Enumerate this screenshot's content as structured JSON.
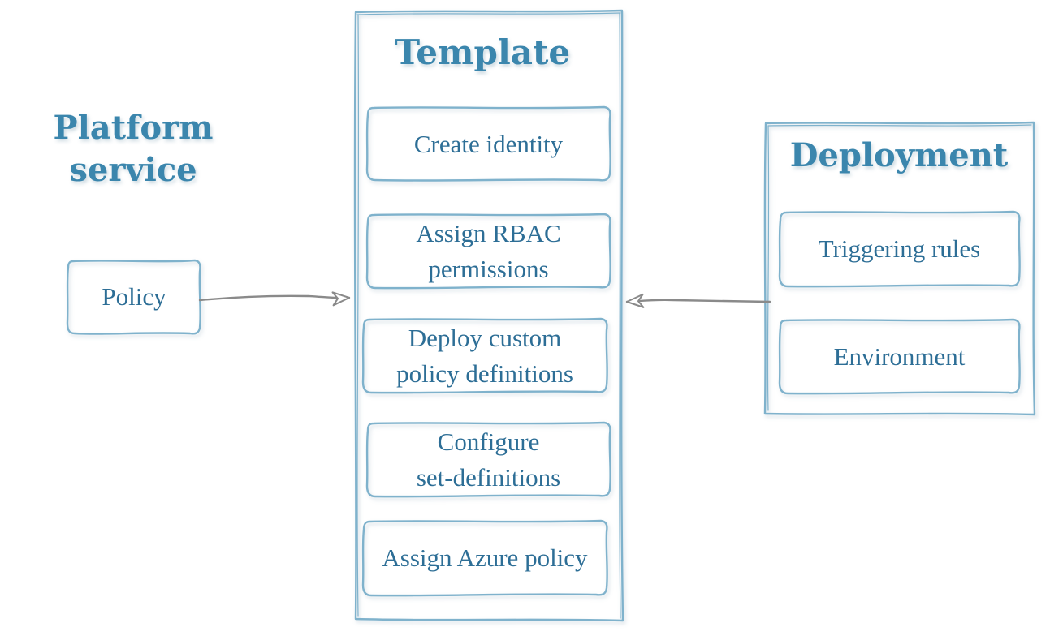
{
  "platform": {
    "title_line1": "Platform",
    "title_line2": "service",
    "policy_label": "Policy"
  },
  "template": {
    "title": "Template",
    "steps": [
      "Create identity",
      "Assign RBAC\npermissions",
      "Deploy custom\npolicy definitions",
      "Configure\nset-definitions",
      "Assign Azure policy"
    ]
  },
  "deployment": {
    "title": "Deployment",
    "items": [
      "Triggering rules",
      "Environment"
    ]
  },
  "colors": {
    "box_stroke": "#7fb2cc",
    "text": "#2d6e96",
    "title": "#3b86ad",
    "arrow": "#8a8a8a"
  }
}
